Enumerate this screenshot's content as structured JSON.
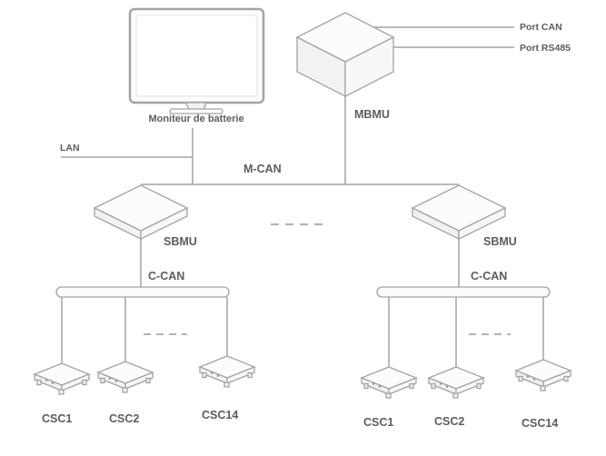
{
  "labels": {
    "monitor": "Moniteur de batterie",
    "lan": "LAN",
    "mbmu": "MBMU",
    "port_can": "Port CAN",
    "port_rs485": "Port RS485",
    "m_can": "M-CAN",
    "sbmu_left": "SBMU",
    "sbmu_right": "SBMU",
    "c_can_left": "C-CAN",
    "c_can_right": "C-CAN"
  },
  "left_csc_group": [
    "CSC1",
    "CSC2",
    "CSC14"
  ],
  "right_csc_group": [
    "CSC1",
    "CSC2",
    "CSC14"
  ],
  "colors": {
    "line": "#a3a3a3",
    "text": "#5c5c5c",
    "fill": "#fcfcfc",
    "fill-shade": "#f2f2f2",
    "dash": "#b3b3b3"
  }
}
